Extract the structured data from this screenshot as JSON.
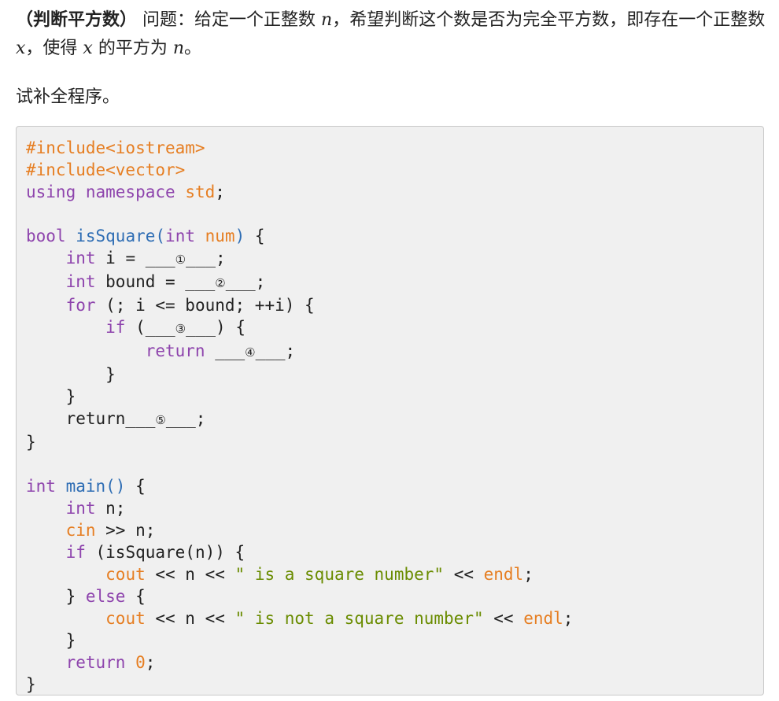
{
  "problem": {
    "title": "（判断平方数）",
    "text_a": " 问题：给定一个正整数 ",
    "var_n1": "n",
    "text_b": "，希望判断这个数是否为完全平方数，即存在一个正整数 ",
    "var_x1": "x",
    "text_c": "，使得 ",
    "var_x2": "x",
    "text_d": " 的平方为 ",
    "var_n2": "n",
    "text_e": "。",
    "instruction": "试补全程序。"
  },
  "code": {
    "l1": "#include<iostream>",
    "l2": "#include<vector>",
    "l3_kw": "using namespace",
    "l3_ns": "std",
    "l3_end": ";",
    "l5_type": "bool",
    "l5_fn": "isSquare",
    "l5_p1": "(",
    "l5_ptype": "int",
    "l5_pname": "num",
    "l5_p2": ")",
    "l5_end": " {",
    "l6_type": "int",
    "l6_a": " i = ___",
    "blank1": "①",
    "l6_b": "___;",
    "l7_type": "int",
    "l7_a": " bound = ___",
    "blank2": "②",
    "l7_b": "___;",
    "l8_kw": "for",
    "l8_rest": " (; i <= bound; ++i) {",
    "l9_kw": "if",
    "l9_a": " (___",
    "blank3": "③",
    "l9_b": "___) {",
    "l10_kw": "return",
    "l10_a": " ___",
    "blank4": "④",
    "l10_b": "___;",
    "l11": "}",
    "l12": "}",
    "l13_a": "return___",
    "blank5": "⑤",
    "l13_b": "___;",
    "l14": "}",
    "l16_type": "int",
    "l16_fn": "main()",
    "l16_end": " {",
    "l17_type": "int",
    "l17_rest": " n;",
    "l18_cin": "cin",
    "l18_rest": " >> n;",
    "l19_kw": "if",
    "l19_rest": " (isSquare(n)) {",
    "l20_cout": "cout",
    "l20_a": " << n << ",
    "l20_str": "\" is a square number\"",
    "l20_b": " << ",
    "l20_endl": "endl",
    "l20_c": ";",
    "l21_a": "} ",
    "l21_kw": "else",
    "l21_b": " {",
    "l22_cout": "cout",
    "l22_a": " << n << ",
    "l22_str": "\" is not a square number\"",
    "l22_b": " << ",
    "l22_endl": "endl",
    "l22_c": ";",
    "l23": "}",
    "l24_kw": "return",
    "l24_sp": " ",
    "l24_num": "0",
    "l24_end": ";",
    "l25": "}"
  }
}
